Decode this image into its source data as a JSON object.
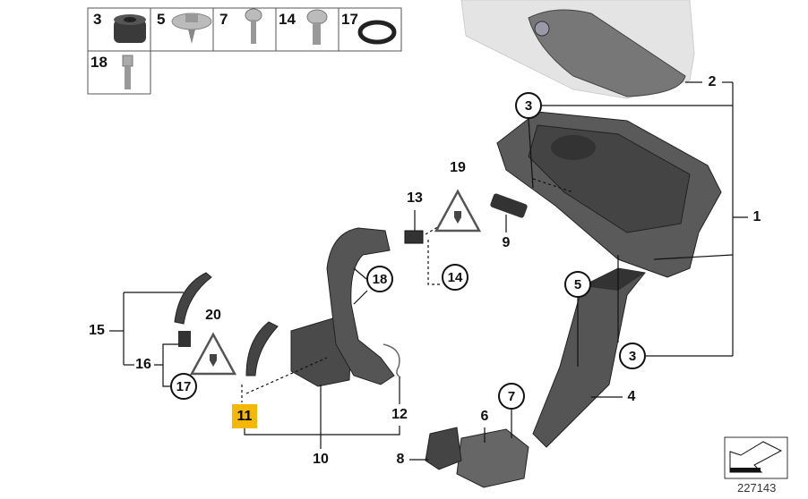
{
  "legend_grid": {
    "cells": [
      {
        "number": "3",
        "icon": "rubber-grommet"
      },
      {
        "number": "5",
        "icon": "washer-screw"
      },
      {
        "number": "7",
        "icon": "tapping-screw"
      },
      {
        "number": "14",
        "icon": "pan-head-screw"
      },
      {
        "number": "17",
        "icon": "o-ring"
      },
      {
        "number": "18",
        "icon": "torx-bolt"
      }
    ]
  },
  "callouts": {
    "c1": "1",
    "c2": "2",
    "c3a": "3",
    "c3b": "3",
    "c4": "4",
    "c5": "5",
    "c6": "6",
    "c7": "7",
    "c8": "8",
    "c9": "9",
    "c10": "10",
    "c11": "11",
    "c12": "12",
    "c13": "13",
    "c14": "14",
    "c15": "15",
    "c16": "16",
    "c17": "17",
    "c18": "18",
    "c19": "19",
    "c20": "20"
  },
  "highlight_color": "#f5b800",
  "reference_number": "227143"
}
